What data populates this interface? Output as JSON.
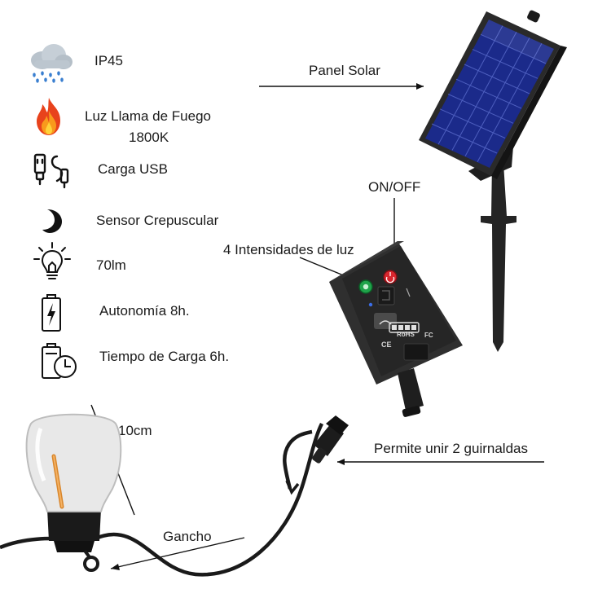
{
  "features": {
    "ip": "IP45",
    "flame_line1": "Luz Llama de Fuego",
    "flame_line2": "1800K",
    "usb": "Carga USB",
    "sensor": "Sensor Crepuscular",
    "lumens": "70lm",
    "autonomy": "Autonomía 8h.",
    "charge_time": "Tiempo de Carga 6h."
  },
  "callouts": {
    "solar_panel": "Panel Solar",
    "on_off": "ON/OFF",
    "intensities": "4 Intensidades de luz",
    "size": "10cm",
    "join": "Permite unir 2 guirnaldas",
    "hook": "Gancho"
  },
  "controller": {
    "brand_marks": "RoHS"
  },
  "colors": {
    "text": "#1a1a1a",
    "solar_blue": "#1b2a8a",
    "flame_orange": "#f26522",
    "body_dark": "#2a2a2a"
  }
}
